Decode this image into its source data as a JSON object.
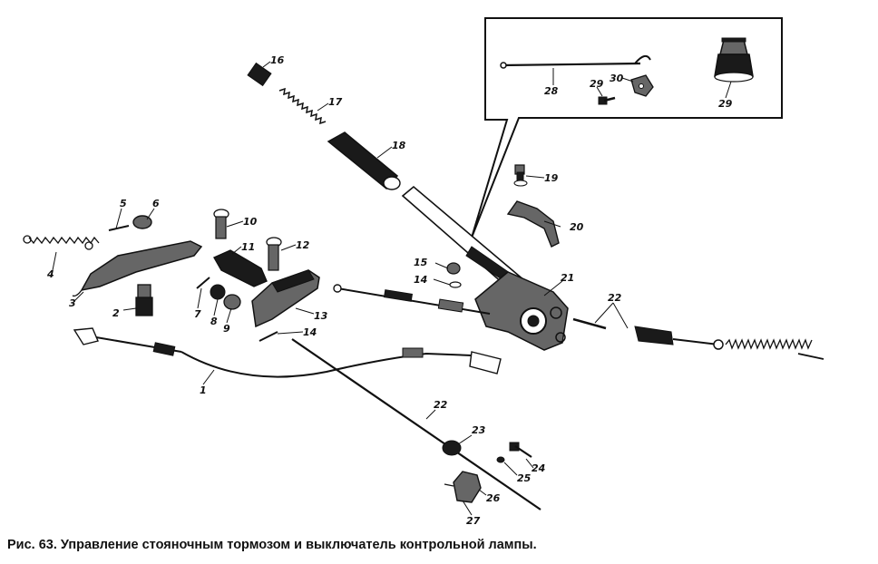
{
  "caption": "Рис. 63. Управление стояночным тормозом и выключатель контрольной лампы.",
  "labels": {
    "l1": "1",
    "l2": "2",
    "l3": "3",
    "l4": "4",
    "l5": "5",
    "l6": "6",
    "l7": "7",
    "l8": "8",
    "l9": "9",
    "l10": "10",
    "l11": "11",
    "l12": "12",
    "l13": "13",
    "l14a": "14",
    "l14b": "14",
    "l15": "15",
    "l16": "16",
    "l17": "17",
    "l18": "18",
    "l19": "19",
    "l20": "20",
    "l21": "21",
    "l22a": "22",
    "l22b": "22",
    "l23": "23",
    "l24": "24",
    "l25": "25",
    "l26": "26",
    "l27": "27",
    "l28": "28",
    "l29a": "29",
    "l29b": "29",
    "l30": "30"
  }
}
